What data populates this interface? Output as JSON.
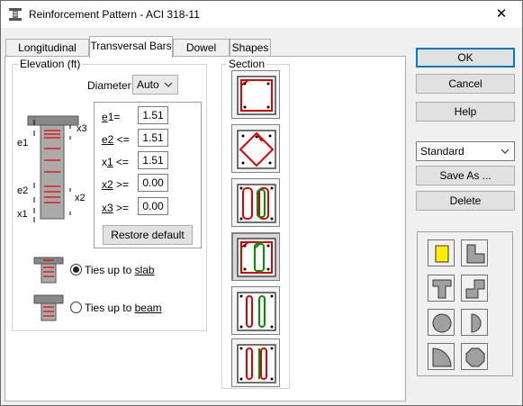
{
  "window": {
    "title": "Reinforcement Pattern - ACI 318-11",
    "close_glyph": "✕"
  },
  "tabs": [
    {
      "label": "Longitudinal Bars"
    },
    {
      "label": "Transversal Bars"
    },
    {
      "label": "Dowel Bars"
    },
    {
      "label": "Shapes"
    }
  ],
  "elevation": {
    "group_label": "Elevation (ft)",
    "diameter_label": "Diameter:",
    "diameter_value": "Auto",
    "fields": [
      {
        "label": "e1=",
        "underline": "e",
        "rest": "1=",
        "value": "1.51"
      },
      {
        "label": "e2 <=",
        "underline": "e2",
        "rest": " <=",
        "value": "1.51"
      },
      {
        "label": "x1 <=",
        "underline": "1",
        "prefix": "x",
        "rest": " <=",
        "value": "1.51"
      },
      {
        "label": "x2 >=",
        "underline": "x2",
        "rest": " >=",
        "value": "0.00"
      },
      {
        "label": "x3 >=",
        "underline": "x3",
        "rest": " >=",
        "value": "0.00"
      }
    ],
    "restore_label": "Restore default",
    "diagram_labels": {
      "x3": "x3",
      "e1": "e1",
      "e2": "e2",
      "x2": "x2",
      "x1": "x1"
    },
    "ties_slab_label_pre": "Ties up to ",
    "ties_slab_label_u": "slab",
    "ties_beam_label_pre": "Ties up to ",
    "ties_beam_label_u": "beam"
  },
  "section": {
    "group_label": "Section"
  },
  "side": {
    "ok_label": "OK",
    "cancel_label": "Cancel",
    "help_label": "Help",
    "preset_value": "Standard",
    "save_as_label": "Save As ...",
    "delete_label": "Delete"
  },
  "colors": {
    "tie_red": "#e00000",
    "tie_green": "#009000",
    "shape_fill": "#a0a0a0",
    "selected_shape_fill": "#ffee00",
    "accent": "#0078d7"
  }
}
